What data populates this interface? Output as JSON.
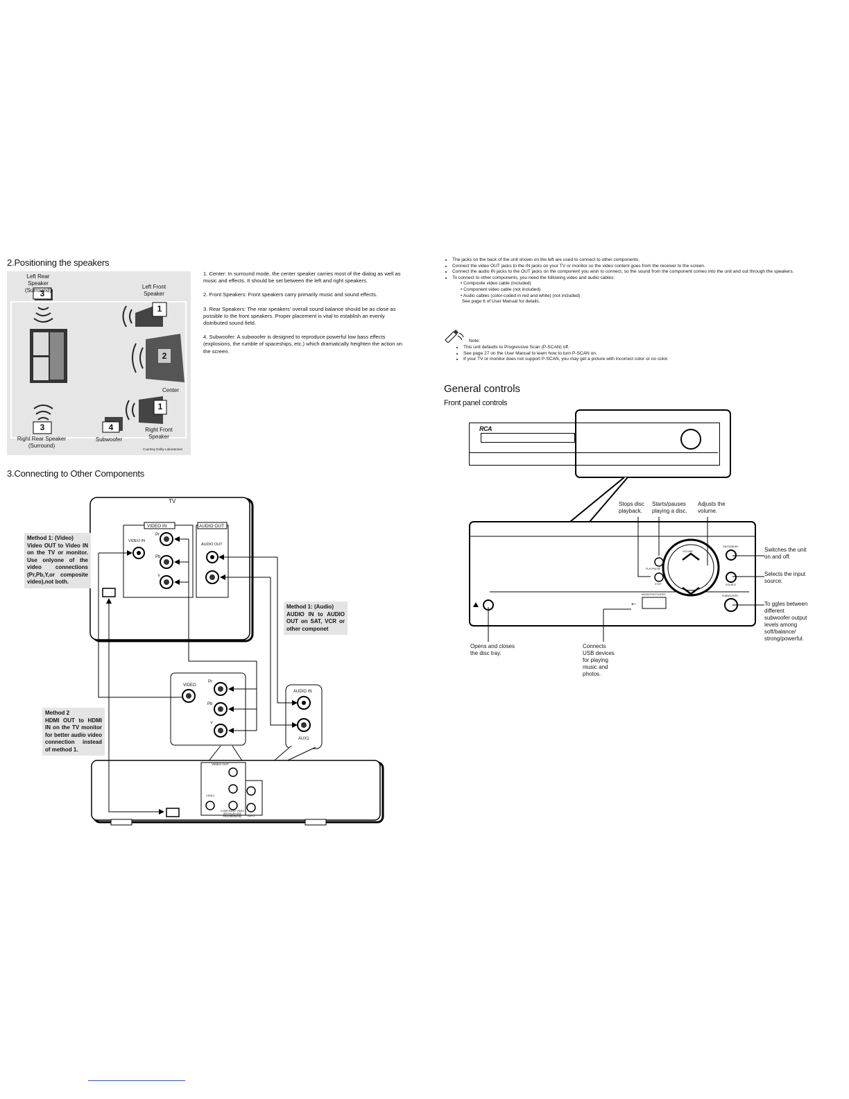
{
  "positioning": {
    "heading": "2.Positioning the speakers",
    "labels": {
      "left_rear": "Left Rear Speaker (Surround)",
      "left_front": "Left Front Speaker",
      "center": "Center",
      "right_rear": "Right Rear Speaker (Surround)",
      "subwoofer": "Subwoofer",
      "right_front": "Right Front Speaker",
      "courtesy": "Courtesy Dolby Laboratories"
    },
    "numbers": [
      "1",
      "2",
      "3",
      "4"
    ],
    "items": [
      {
        "num": "1.",
        "term": "Center:",
        "text": "In surround mode, the center speaker carries most of the dialog as well as music and effects. It should be set between the left and right speakers."
      },
      {
        "num": "2.",
        "term": "Front Speakers:",
        "text": "Front speakers carry primarily music and sound effects."
      },
      {
        "num": "3.",
        "term": "Rear Speakers:",
        "text": "The rear speakers' overall sound balance should be as close as possible to the front speakers. Proper placement is vital to establish an evenly distributed sound field."
      },
      {
        "num": "4.",
        "term": "Subwoofer:",
        "text": "A subwoofer is designed to reproduce powerful low bass effects (explosions, the rumble of spaceships, etc.) which dramatically heighten the action on the screen."
      }
    ]
  },
  "connecting": {
    "heading": "3.Connecting to Other Components",
    "tv": "TV",
    "video_in": "VIDEO IN",
    "audio_out": "AUDIO OUT",
    "pr": "Pr",
    "pb": "Pb",
    "y": "Y",
    "video": "VIDEO",
    "audio_in": "AUDIO IN",
    "aux1": "AUX1",
    "video_out": "VIDEO OUT",
    "component_video": "COMPONENT VIDEO (REGULAR AND PROGRESSIVE)",
    "method1_video_title": "Method 1: (Video)",
    "method1_video_text": "Video OUT to Video IN on the TV or monitor. Use onlyone of the video connections (Pr,Pb,Y,or composite video),not both.",
    "method1_audio_title": "Method 1: (Audio)",
    "method1_audio_text": "AUDIO IN to AUDIO OUT on SAT, VCR or other componet",
    "method2_title": "Method 2",
    "method2_text": "HDMI OUT to HDMI IN on the TV monitor for better audio video connection instead of method 1."
  },
  "right_notes": {
    "bullets": [
      "The jacks on the back of the unit shown on the left are used to connect to other components.",
      "Connect the video OUT jacks to the IN jacks on your TV or monitor so the video content goes from the receiver to the screen.",
      "Connect the audio IN jacks to the OUT jacks on the component you wish to connect, so the sound from the component comes into the unit and out through the speakers.",
      "To connect to other components, you need the following video and audio cables:"
    ],
    "cables": [
      "Composite video cable (included)",
      "Component video cable (not included)",
      "Audio cables (color-coded in red and white) (not included)"
    ],
    "see_page": "See page 6 of User Manual for details.",
    "note_label": "Note:",
    "notes": [
      "This unit defaults to Progressive Scan (P-SCAN) off.",
      "See page 27 on the User Manual to learn how to turn P-SCAN on.",
      "If your TV or monitor does not support P-SCAN, you may get a picture with incorrect color or no color."
    ]
  },
  "general": {
    "title": "General controls",
    "subtitle": "Front panel controls",
    "brand": "RCA",
    "device_labels": {
      "play_pause": "PLAY/PAUSE",
      "stop": "STOP",
      "volume": "VOLUME",
      "on_standby": "ON/STANDBY",
      "source": "SOURCE",
      "subwoofer": "SUBWOOFER",
      "usb": "MUSIC/PHOTO/JPEG"
    },
    "callouts": {
      "stop": "Stops disc playback.",
      "play": "Starts/pauses playing a disc.",
      "volume": "Adjusts the volume.",
      "on": "Switches the unit on and off.",
      "source": "Selects the input source.",
      "subwoofer": "To ggles between different subwoofer output levels among soft/balance/ strong/powerful.",
      "eject": "Opens and closes the disc tray.",
      "usb": "Connects USB devices for playing music and photos."
    }
  }
}
